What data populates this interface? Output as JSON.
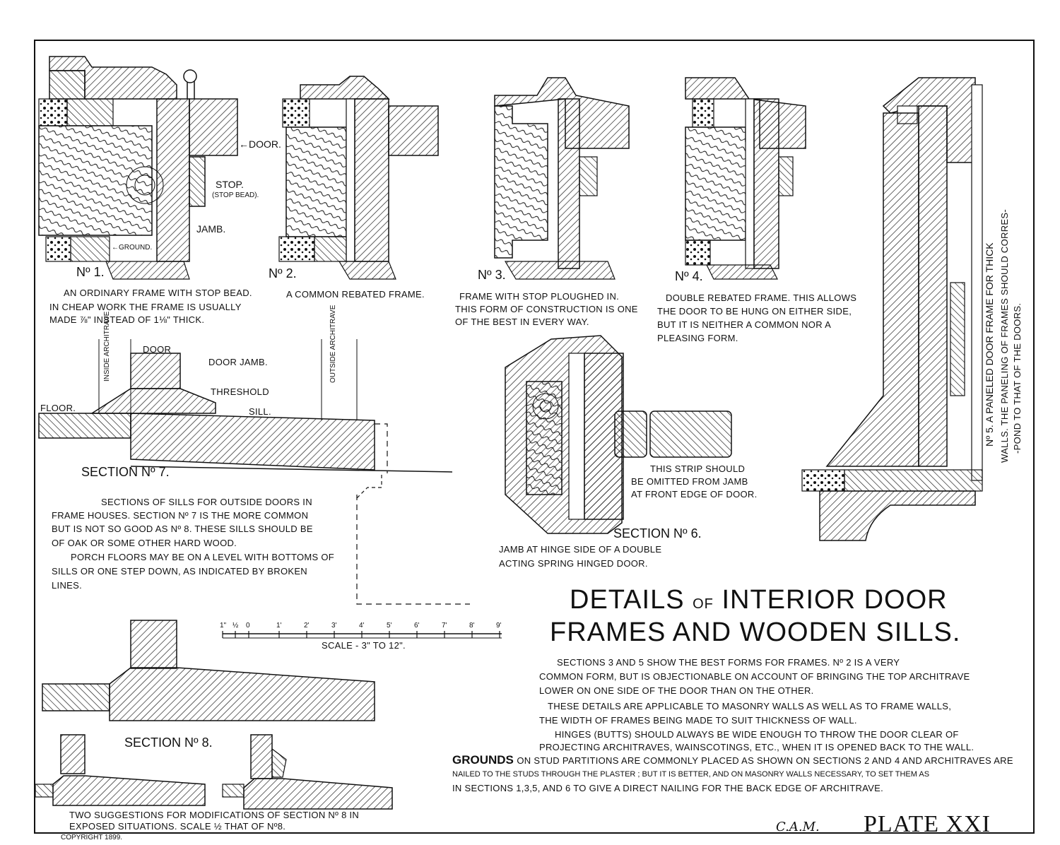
{
  "labels": {
    "door": "←DOOR.",
    "stop": "STOP.",
    "stop_bead": "(STOP BEAD).",
    "jamb": "JAMB.",
    "ground": "←GROUND.",
    "no1": "Nº 1.",
    "no2": "Nº 2.",
    "no3": "Nº 3.",
    "no4": "Nº 4.",
    "inside_architrave": "INSIDE ARCHITRAVE",
    "outside_architrave": "OUTSIDE ARCHITRAVE",
    "door_dim": "DOOR",
    "door_jamb": "DOOR JAMB.",
    "threshold": "THRESHOLD",
    "floor": "FLOOR.",
    "sill": "SILL.",
    "section7": "SECTION Nº 7.",
    "section6": "SECTION Nº 6.",
    "section8": "SECTION Nº 8.",
    "strip_note_1": "THIS STRIP SHOULD",
    "strip_note_2": "BE OMITTED FROM JAMB",
    "strip_note_3": "AT FRONT EDGE OF DOOR.",
    "scale_caption": "SCALE - 3\" TO 12\".",
    "scale_ticks": [
      "1\"",
      "½",
      "0",
      "1'",
      "2'",
      "3'",
      "4'",
      "5'",
      "6'",
      "7'",
      "8'",
      "9'"
    ]
  },
  "captions": {
    "no1": [
      "AN ORDINARY FRAME WITH STOP BEAD.",
      "IN CHEAP WORK THE FRAME IS USUALLY",
      "MADE ⅞\" INSTEAD OF 1⅛\" THICK."
    ],
    "no2": [
      "A COMMON REBATED FRAME."
    ],
    "no3": [
      "FRAME WITH STOP PLOUGHED IN.",
      "THIS FORM OF CONSTRUCTION IS ONE",
      "OF THE BEST IN EVERY WAY."
    ],
    "no4": [
      "DOUBLE REBATED FRAME. THIS ALLOWS",
      "THE DOOR TO BE HUNG ON EITHER SIDE,",
      "BUT IT IS NEITHER A COMMON NOR A",
      "PLEASING FORM."
    ],
    "no5_1": "Nº 5. A PANELED DOOR FRAME FOR THICK",
    "no5_2": "WALLS. THE PANELING OF FRAMES SHOULD CORRES-",
    "no5_3": "-POND TO THAT OF THE DOORS.",
    "sills": [
      "SECTIONS OF SILLS FOR OUTSIDE DOORS IN",
      "FRAME HOUSES. SECTION Nº 7 IS THE MORE COMMON",
      "BUT IS NOT SO GOOD AS Nº 8. THESE SILLS SHOULD BE",
      "OF OAK OR SOME OTHER HARD WOOD.",
      "PORCH FLOORS MAY BE ON A LEVEL WITH BOTTOMS OF",
      "SILLS OR ONE STEP DOWN, AS INDICATED BY BROKEN",
      "LINES."
    ],
    "no6": [
      "JAMB AT HINGE SIDE OF A DOUBLE",
      "ACTING SPRING HINGED DOOR."
    ],
    "no8": [
      "TWO SUGGESTIONS FOR MODIFICATIONS OF SECTION Nº 8 IN",
      "EXPOSED SITUATIONS. SCALE ½ THAT OF Nº8."
    ]
  },
  "title": {
    "line1_a": "DETAILS",
    "line1_of": "OF",
    "line1_b": "INTERIOR DOOR",
    "line2": "FRAMES AND WOODEN SILLS."
  },
  "notes": {
    "p1": [
      "SECTIONS 3 AND 5 SHOW THE BEST FORMS FOR FRAMES. Nº 2 IS A VERY",
      "COMMON FORM, BUT IS OBJECTIONABLE ON ACCOUNT OF BRINGING THE TOP ARCHITRAVE",
      "LOWER ON ONE SIDE OF THE DOOR THAN ON THE OTHER."
    ],
    "p2": [
      "THESE DETAILS ARE APPLICABLE TO MASONRY WALLS AS WELL AS TO FRAME WALLS,",
      "THE WIDTH OF FRAMES BEING MADE TO SUIT THICKNESS OF WALL."
    ],
    "p3": [
      "HINGES (BUTTS) SHOULD ALWAYS BE WIDE ENOUGH TO THROW THE DOOR CLEAR OF",
      "PROJECTING ARCHITRAVES, WAINSCOTINGS, ETC., WHEN IT IS OPENED BACK TO THE WALL."
    ],
    "grounds_word": "GROUNDS",
    "grounds_1": "ON STUD PARTITIONS ARE COMMONLY PLACED AS SHOWN ON SECTIONS 2 AND 4 AND ARCHITRAVES ARE",
    "grounds_2": "NAILED TO THE STUDS THROUGH THE PLASTER ; BUT IT IS BETTER, AND ON MASONRY WALLS NECESSARY, TO SET THEM AS",
    "grounds_3": "IN SECTIONS 1,3,5, AND 6 TO GIVE A DIRECT NAILING FOR THE BACK EDGE OF ARCHITRAVE."
  },
  "signature": "C.A.M.",
  "plate": "PLATE XXI",
  "copyright": "COPYRIGHT 1899."
}
